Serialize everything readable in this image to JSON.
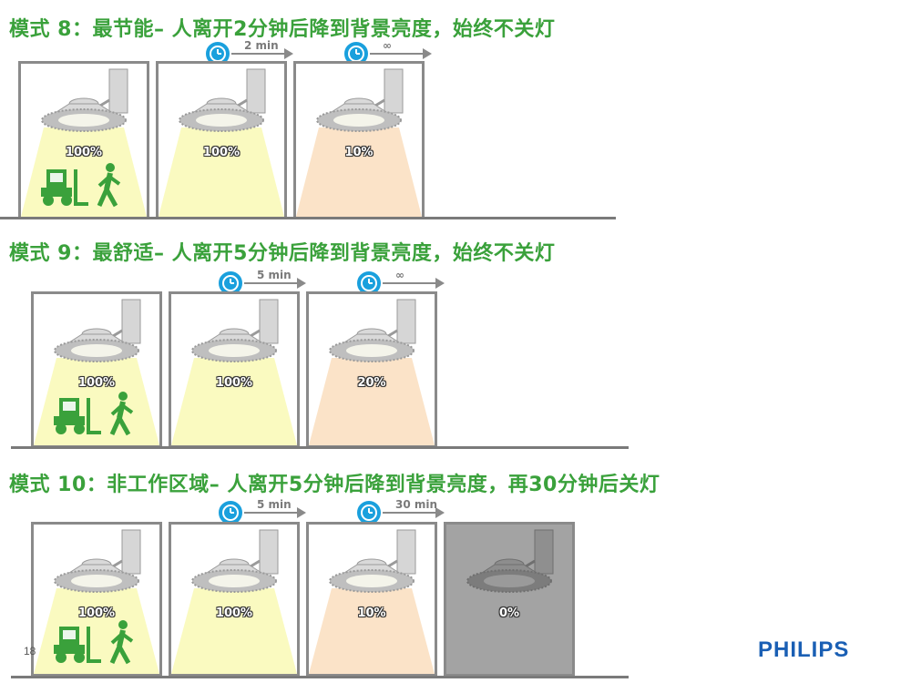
{
  "modes": [
    {
      "title": "模式 8：最节能– 人离开2分钟后降到背景亮度，始终不关灯",
      "timers": [
        {
          "label": "2 min"
        },
        {
          "label": "∞"
        }
      ],
      "panels": [
        {
          "percent": "100%",
          "occupancy": "present"
        },
        {
          "percent": "100%",
          "occupancy": "absent"
        },
        {
          "percent": "10%",
          "occupancy": "absent"
        }
      ]
    },
    {
      "title": "模式 9：最舒适– 人离开5分钟后降到背景亮度，始终不关灯",
      "timers": [
        {
          "label": "5 min"
        },
        {
          "label": "∞"
        }
      ],
      "panels": [
        {
          "percent": "100%",
          "occupancy": "present"
        },
        {
          "percent": "100%",
          "occupancy": "absent"
        },
        {
          "percent": "20%",
          "occupancy": "absent"
        }
      ]
    },
    {
      "title": "模式 10：非工作区域– 人离开5分钟后降到背景亮度，再30分钟后关灯",
      "timers": [
        {
          "label": "5 min"
        },
        {
          "label": "30 min"
        }
      ],
      "panels": [
        {
          "percent": "100%",
          "occupancy": "present"
        },
        {
          "percent": "100%",
          "occupancy": "absent"
        },
        {
          "percent": "10%",
          "occupancy": "absent"
        },
        {
          "percent": "0%",
          "occupancy": "absent"
        }
      ]
    }
  ],
  "page_number": "18",
  "logo": "PHILIPS",
  "colors": {
    "title": "#3aa13b",
    "full_light": "#fafac0",
    "dim_light": "#fbe3c8",
    "off_panel": "#a3a3a3",
    "clock": "#1aa0dd",
    "logo": "#1a5fb4",
    "icon_green": "#3aa13b"
  }
}
